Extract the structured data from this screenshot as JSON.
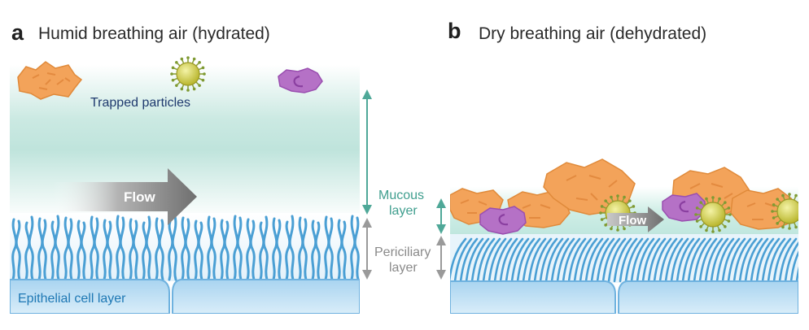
{
  "panel_a": {
    "letter": "a",
    "title": "Humid breathing air (hydrated)",
    "particles_label": "Trapped particles",
    "flow_label": "Flow",
    "mucous_label_line1": "Mucous",
    "mucous_label_line2": "layer",
    "periciliary_label_line1": "Periciliary",
    "periciliary_label_line2": "layer",
    "epithelium_label": "Epithelial cell layer"
  },
  "panel_b": {
    "letter": "b",
    "title": "Dry breathing air (dehydrated)",
    "flow_label": "Flow"
  },
  "colors": {
    "mucus_teal": "#bfe6de",
    "cilia_blue": "#4a9fd4",
    "epithelium_blue": "#a8d3ef",
    "particle_orange": "#f3a35a",
    "particle_purple": "#b168c2",
    "virus_yellow": "#d6d34a",
    "layer_teal_text": "#3f9e8e",
    "layer_gray_text": "#8a8a8a",
    "epithelium_text": "#1e78b4",
    "particles_text": "#1f3a6e"
  }
}
